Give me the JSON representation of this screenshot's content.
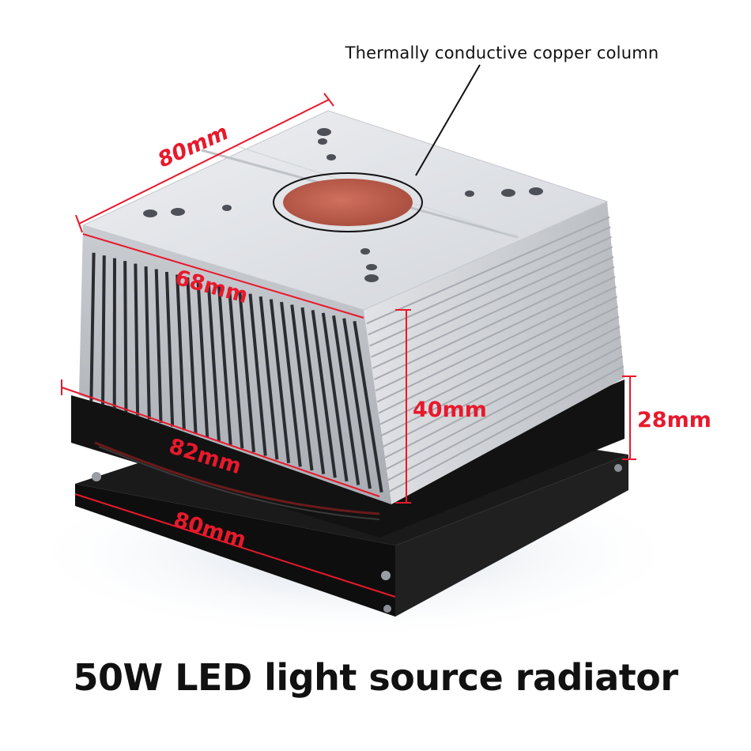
{
  "callout": {
    "text": "Thermally conductive copper column"
  },
  "dimensions": {
    "top_length": "80mm",
    "front_width": "68mm",
    "fin_height": "40mm",
    "fan_height": "28mm",
    "fan_width": "82mm",
    "fan_depth": "80mm"
  },
  "caption": {
    "text": "50W LED light source radiator"
  },
  "colors": {
    "dimension": "#e8192c",
    "copper": "#c1604f",
    "aluminum": "#dcdee2",
    "fan": "#151515"
  }
}
